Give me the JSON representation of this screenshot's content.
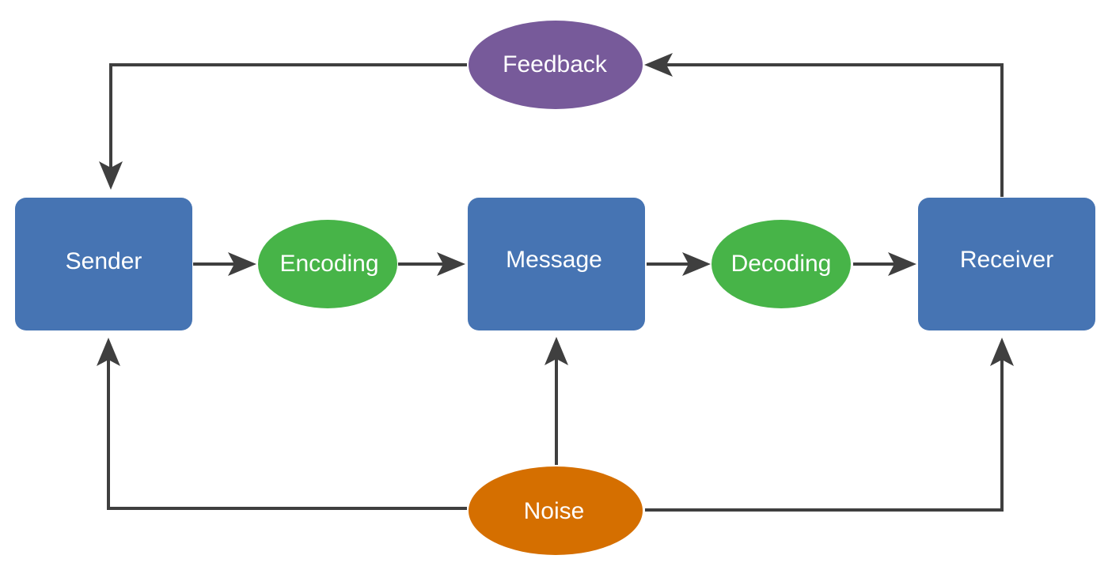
{
  "nodes": {
    "sender": {
      "label": "Sender"
    },
    "encoding": {
      "label": "Encoding"
    },
    "message": {
      "label": "Message"
    },
    "decoding": {
      "label": "Decoding"
    },
    "receiver": {
      "label": "Receiver"
    },
    "feedback": {
      "label": "Feedback"
    },
    "noise": {
      "label": "Noise"
    }
  },
  "colors": {
    "box": "#4674b3",
    "encoding_decoding": "#47b448",
    "feedback": "#775a9a",
    "noise": "#d56f00",
    "connector": "#3f3f3f",
    "label": "#ffffff"
  }
}
